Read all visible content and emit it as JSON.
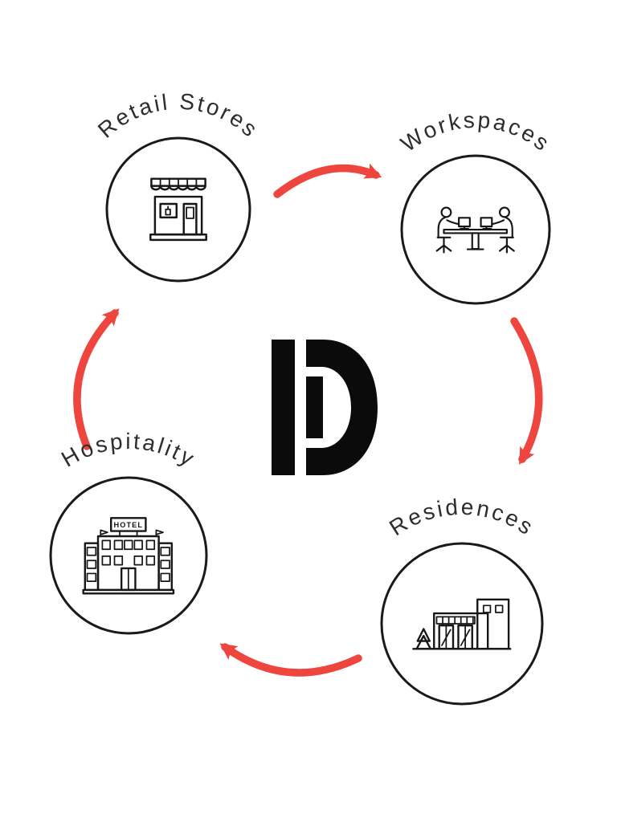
{
  "diagram": {
    "type": "cycle",
    "center_logo": {
      "letter": "D"
    },
    "nodes": [
      {
        "id": "retail-stores",
        "label": "Retail Stores",
        "icon": "storefront-icon"
      },
      {
        "id": "workspaces",
        "label": "Workspaces",
        "icon": "people-at-desk-icon"
      },
      {
        "id": "residences",
        "label": "Residences",
        "icon": "modern-building-icon"
      },
      {
        "id": "hospitality",
        "label": "Hospitality",
        "icon": "hotel-building-icon"
      }
    ],
    "hotel_sign_text": "HOTEL",
    "arrows": [
      {
        "from": "retail-stores",
        "to": "workspaces"
      },
      {
        "from": "workspaces",
        "to": "residences"
      },
      {
        "from": "residences",
        "to": "hospitality"
      },
      {
        "from": "hospitality",
        "to": "retail-stores"
      }
    ]
  },
  "colors": {
    "arrow": "#ee453e",
    "outline": "#1a1a1a",
    "icon": "#161616",
    "label": "#2d2d2d",
    "logo": "#0b0b0b",
    "background": "#ffffff"
  }
}
